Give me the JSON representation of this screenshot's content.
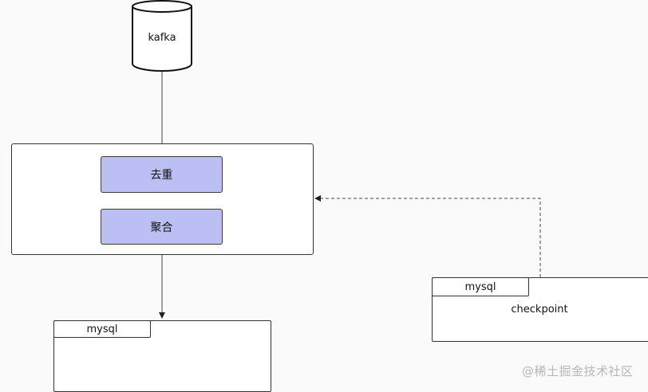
{
  "source_node": {
    "label": "kafka",
    "shape": "cylinder"
  },
  "processing": {
    "steps": [
      {
        "label": "去重",
        "color": "#bcbff4"
      },
      {
        "label": "聚合",
        "color": "#bcbff4"
      }
    ]
  },
  "sink": {
    "tab_label": "mysql"
  },
  "checkpoint_store": {
    "tab_label": "mysql",
    "body_label": "checkpoint"
  },
  "watermark": "@稀土掘金技术社区"
}
